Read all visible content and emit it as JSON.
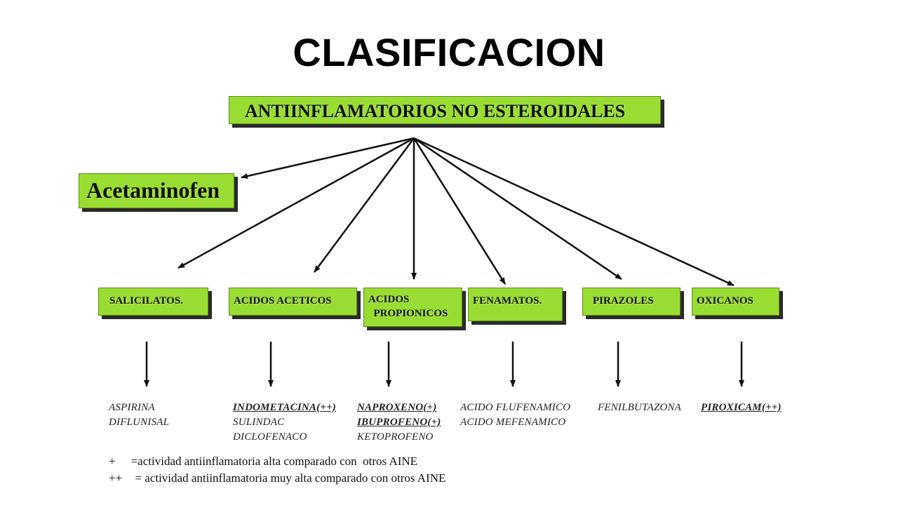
{
  "title": "CLASIFICACION",
  "root": "ANTIINFLAMATORIOS NO ESTEROIDALES",
  "acetaminofen": "Acetaminofen",
  "categories": [
    "SALICILATOS.",
    "ACIDOS ACETICOS",
    "ACIDOS\n  PROPIONICOS",
    "FENAMATOS.",
    "PIRAZOLES",
    "OXICANOS"
  ],
  "drugs": {
    "salicilatos": [
      "ASPIRINA",
      "DIFLUNISAL"
    ],
    "acidos_aceticos": [
      "INDOMETACINA(++)",
      "SULINDAC",
      "DICLOFENACO"
    ],
    "acidos_propionicos": [
      "NAPROXENO(+)",
      "IBUPROFENO(+)",
      "KETOPROFENO"
    ],
    "fenamatos": [
      "ACIDO FLUFENAMICO",
      "ACIDO MEFENAMICO"
    ],
    "pirazoles": [
      "FENILBUTAZONA"
    ],
    "oxicanos": [
      "PIROXICAM(++)"
    ]
  },
  "legend": [
    {
      "symbol": "+",
      "text": "=actividad antiinflamatoria alta comparado con  otros AINE"
    },
    {
      "symbol": "++",
      "text": " = actividad antiinflamatoria muy alta comparado con otros AINE"
    }
  ],
  "colors": {
    "box_fill": "#99dd33",
    "box_shadow": "#2a2a2a"
  }
}
